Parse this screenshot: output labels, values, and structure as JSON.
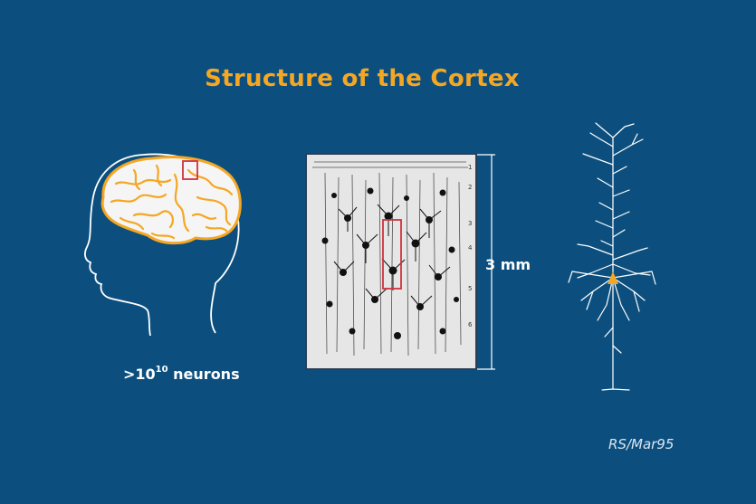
{
  "title": "Structure of the Cortex",
  "head": {
    "count_base": ">10",
    "count_exponent": "10",
    "count_suffix": " neurons"
  },
  "cortex_section": {
    "layer_labels": [
      "1",
      "2",
      "3",
      "4",
      "5",
      "6"
    ],
    "thickness_label": "3 mm"
  },
  "credit": "RS/Mar95",
  "colors": {
    "background": "#0c4f7e",
    "title": "#f5a623",
    "brain": "#f5a623",
    "highlight_box": "#d0313d",
    "outline": "#ffffff",
    "soma": "#f5a623"
  }
}
